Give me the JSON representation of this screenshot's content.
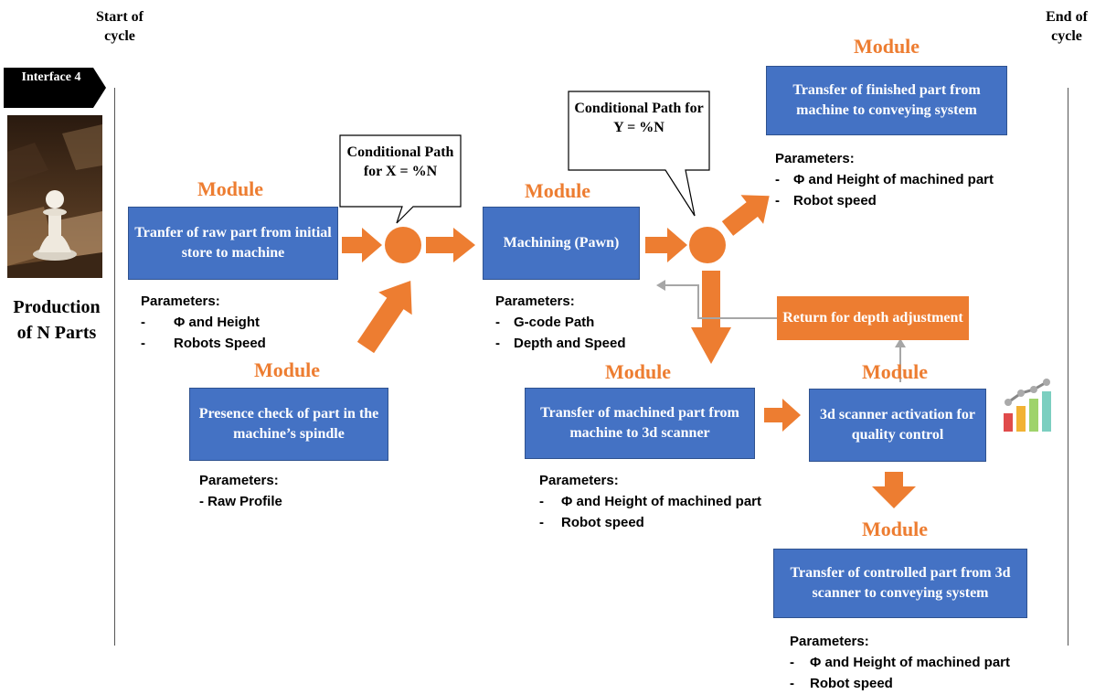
{
  "start_label": "Start of cycle",
  "end_label": "End of cycle",
  "interface_label": "Interface 4",
  "production_label": "Production of N Parts",
  "module_word": "Module",
  "params_word": "Parameters:",
  "modules": {
    "raw_transfer": {
      "text": "Tranfer of raw part from initial store to machine",
      "params": [
        "Φ and Height",
        "Robots Speed"
      ]
    },
    "presence_check": {
      "text": "Presence check of part in the machine’s spindle",
      "params": [
        "- Raw Profile"
      ]
    },
    "machining": {
      "text": "Machining (Pawn)",
      "params": [
        "G-code Path",
        "Depth and Speed"
      ]
    },
    "finished_transfer": {
      "text": "Transfer of finished part from machine to conveying system",
      "params": [
        "Φ and Height of machined part",
        "Robot speed"
      ]
    },
    "to_scanner": {
      "text": "Transfer of machined part from machine to 3d scanner",
      "params": [
        "Φ and Height of machined part",
        "Robot speed"
      ]
    },
    "scanner": {
      "text": "3d scanner activation for quality control"
    },
    "controlled_transfer": {
      "text": "Transfer of controlled part from 3d scanner to conveying system",
      "params": [
        "Φ and Height of machined part",
        "Robot speed"
      ]
    }
  },
  "return_box": "Return for depth adjustment",
  "callouts": {
    "x": "Conditional Path for X = %N",
    "y": "Conditional Path for Y = %N"
  },
  "colors": {
    "blue": "#4472C4",
    "orange": "#ED7D31",
    "gray": "#A6A6A6"
  },
  "icons": [
    "pawn-photo",
    "bar-chart-icon"
  ]
}
